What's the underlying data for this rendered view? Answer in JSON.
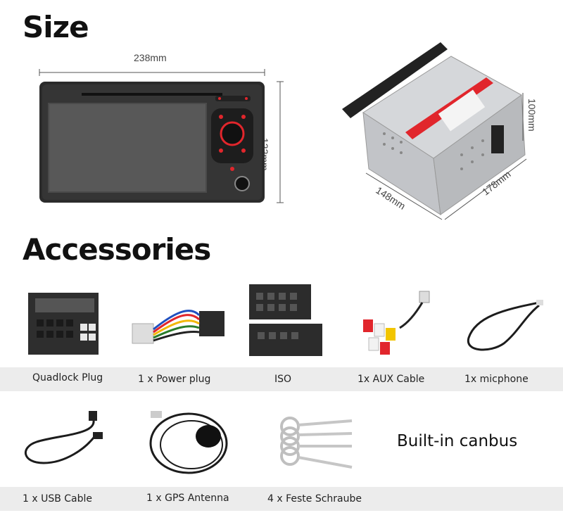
{
  "size": {
    "heading": "Size",
    "width_label": "238mm",
    "height_label": "122mm",
    "box_height_label": "100mm",
    "box_depth_label": "148mm",
    "box_width_label": "178mm"
  },
  "accessories": {
    "heading": "Accessories",
    "row1": [
      {
        "label": "Quadlock Plug",
        "icon": "quadlock-plug"
      },
      {
        "label": "1 x Power plug",
        "icon": "power-plug-harness"
      },
      {
        "label": "ISO",
        "icon": "iso-connector"
      },
      {
        "label": "1x AUX Cable",
        "icon": "rca-aux-cable"
      },
      {
        "label": "1x micphone",
        "icon": "microphone-cable"
      }
    ],
    "row2": [
      {
        "label": "1 x USB Cable",
        "icon": "usb-cable"
      },
      {
        "label": "1 x GPS Antenna",
        "icon": "gps-antenna"
      },
      {
        "label": "4 x Feste Schraube",
        "icon": "removal-keys"
      }
    ],
    "feature_text": "Built-in canbus"
  },
  "colors": {
    "band": "#ececec",
    "accent_red": "#e1262c",
    "unit_body": "#2a2a2a"
  }
}
